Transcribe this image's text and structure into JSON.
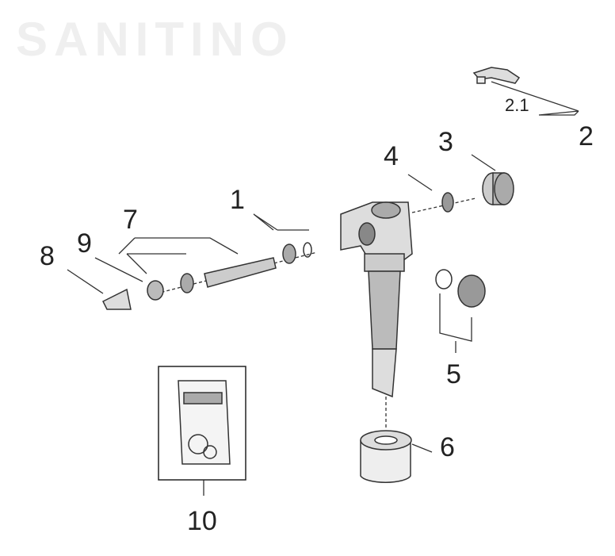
{
  "watermark": "SANITINO",
  "labels": {
    "p1": "1",
    "p2": "2",
    "p2_1": "2.1",
    "p3": "3",
    "p4": "4",
    "p5": "5",
    "p6": "6",
    "p7": "7",
    "p8": "8",
    "p9": "9",
    "p10": "10"
  }
}
